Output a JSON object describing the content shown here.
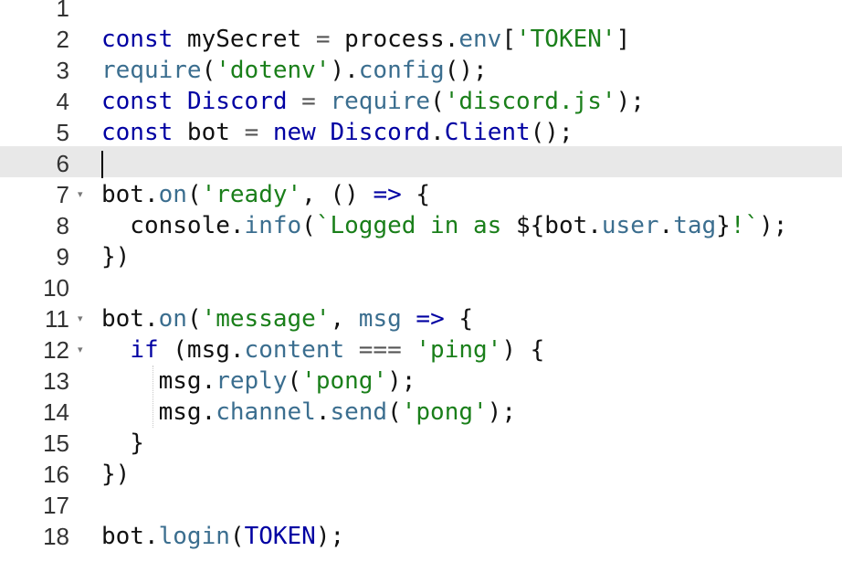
{
  "editor": {
    "line_numbers": [
      "1",
      "2",
      "3",
      "4",
      "5",
      "6",
      "7",
      "8",
      "9",
      "10",
      "11",
      "12",
      "13",
      "14",
      "15",
      "16",
      "17",
      "18"
    ],
    "fold_glyph": "▾",
    "folds": {
      "l7": "▾",
      "l11": "▾",
      "l12": "▾"
    },
    "lines": {
      "l2": {
        "t1": "const",
        "t2": " mySecret ",
        "t3": "=",
        "t4": " process.",
        "t5": "env",
        "t6": "[",
        "t7": "'TOKEN'",
        "t8": "]"
      },
      "l3": {
        "t1": "require",
        "t2": "(",
        "t3": "'dotenv'",
        "t4": ").",
        "t5": "config",
        "t6": "();"
      },
      "l4": {
        "t1": "const",
        "t2": " ",
        "t3": "Discord",
        "t4": " ",
        "t5": "=",
        "t6": " ",
        "t7": "require",
        "t8": "(",
        "t9": "'discord.js'",
        "t10": ");"
      },
      "l5": {
        "t1": "const",
        "t2": " bot ",
        "t3": "=",
        "t4": " ",
        "t5": "new",
        "t6": " ",
        "t7": "Discord",
        "t8": ".",
        "t9": "Client",
        "t10": "();"
      },
      "l7": {
        "t1": "bot.",
        "t2": "on",
        "t3": "(",
        "t4": "'ready'",
        "t5": ", () ",
        "t6": "=>",
        "t7": " {"
      },
      "l8": {
        "t1": "  console.",
        "t2": "info",
        "t3": "(",
        "t4": "`Logged in as ",
        "t5": "${bot.",
        "t6": "user",
        "t7": ".",
        "t8": "tag",
        "t9": "}",
        "t10": "!`",
        "t11": ");"
      },
      "l9": {
        "t1": "})"
      },
      "l11": {
        "t1": "bot.",
        "t2": "on",
        "t3": "(",
        "t4": "'message'",
        "t5": ", ",
        "t6": "msg",
        "t7": " ",
        "t8": "=>",
        "t9": " {"
      },
      "l12": {
        "t1": "  ",
        "t2": "if",
        "t3": " (msg.",
        "t4": "content",
        "t5": " ",
        "t6": "===",
        "t7": " ",
        "t8": "'ping'",
        "t9": ") {"
      },
      "l13": {
        "t1": "    msg.",
        "t2": "reply",
        "t3": "(",
        "t4": "'pong'",
        "t5": ");"
      },
      "l14": {
        "t1": "    msg.",
        "t2": "channel",
        "t3": ".",
        "t4": "send",
        "t5": "(",
        "t6": "'pong'",
        "t7": ");"
      },
      "l15": {
        "t1": "  }"
      },
      "l16": {
        "t1": "})"
      },
      "l18": {
        "t1": "bot.",
        "t2": "login",
        "t3": "(",
        "t4": "TOKEN",
        "t5": ");"
      }
    },
    "active_line": "6",
    "colors": {
      "keyword": "#0000a2",
      "string": "#1a7f1a",
      "property": "#3b6e8f",
      "active_line_bg": "#e8e8e8"
    }
  }
}
